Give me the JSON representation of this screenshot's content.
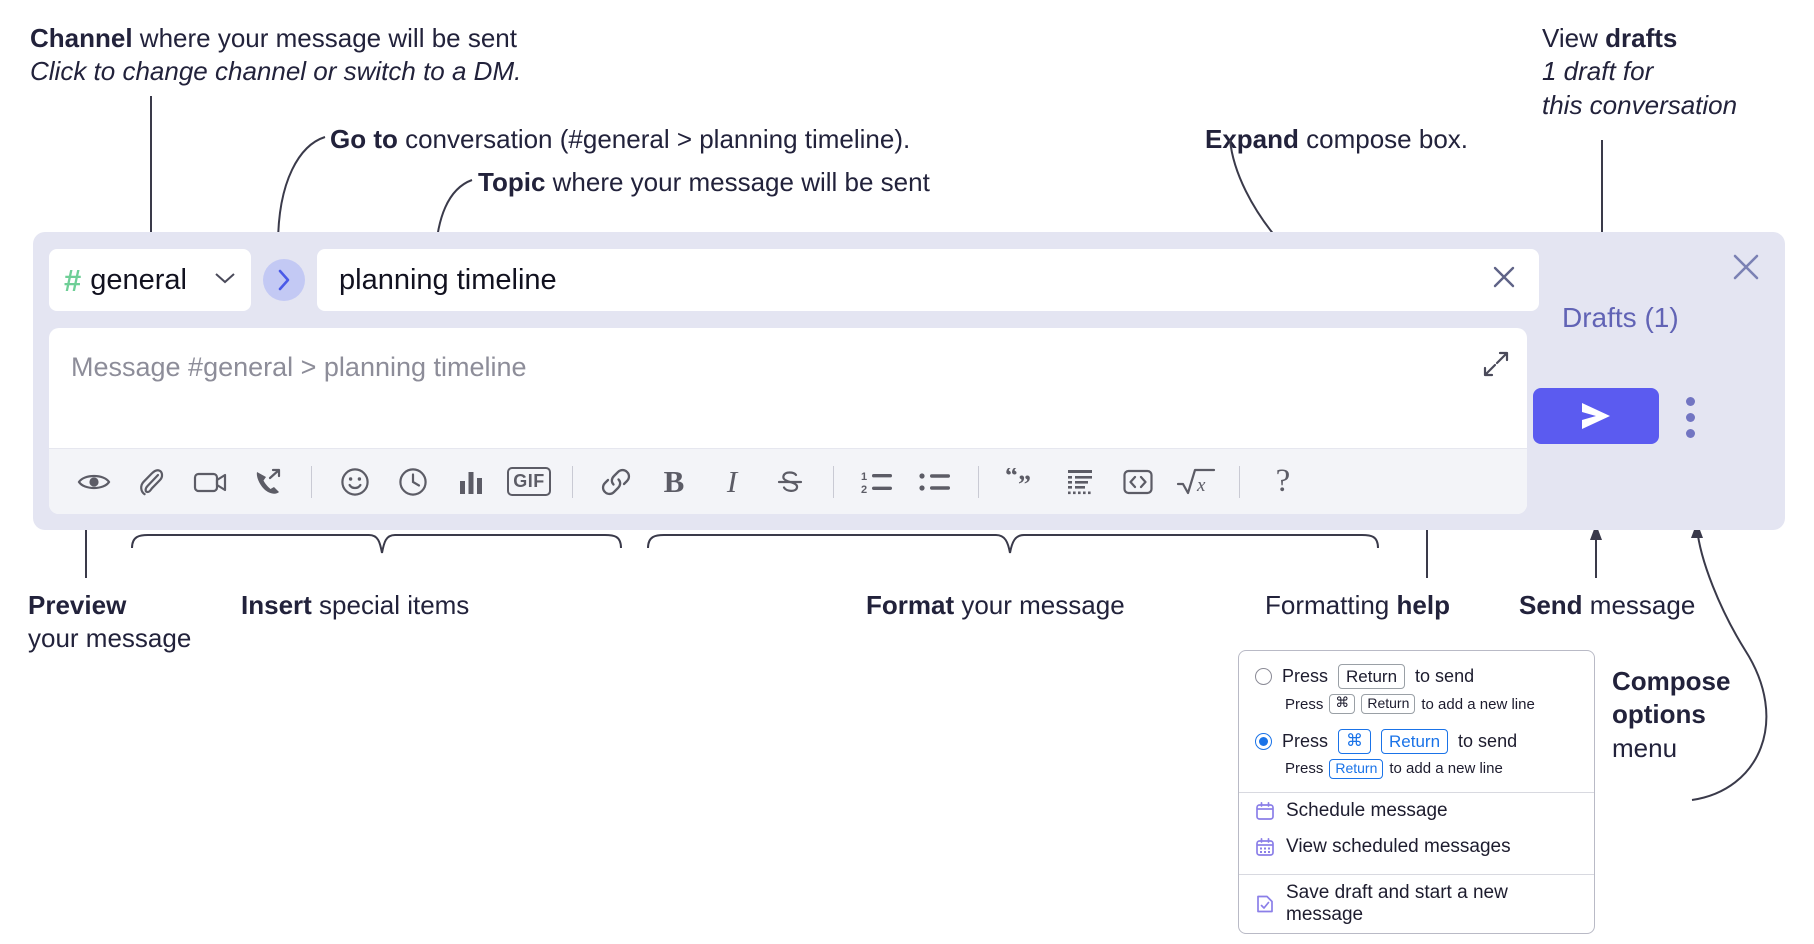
{
  "annotations": {
    "channel": {
      "bold": "Channel",
      "rest": " where your message will be sent",
      "italic": "Click to change channel or switch to a DM."
    },
    "goto": {
      "bold": "Go to",
      "rest": " conversation (#general > planning timeline)."
    },
    "topic": {
      "bold": "Topic",
      "rest": " where your message will be sent"
    },
    "expand": {
      "bold": "Expand",
      "rest": " compose box."
    },
    "drafts": {
      "pre": "View ",
      "bold": "drafts",
      "italic1": "1 draft for",
      "italic2": "this conversation"
    },
    "preview": {
      "bold": "Preview",
      "line2": "your message"
    },
    "insert": {
      "bold": "Insert",
      "rest": " special items"
    },
    "format": {
      "bold": "Format",
      "rest": " your message"
    },
    "help": {
      "pre": "Formatting ",
      "bold": "help"
    },
    "send": {
      "bold": "Send",
      "rest": " message"
    },
    "compose_options": {
      "bold1": "Compose",
      "bold2": "options",
      "rest": "menu"
    }
  },
  "compose": {
    "channel_name": "general",
    "hash_icon": "hash-icon",
    "chevron_icon": "chevron-down-icon",
    "goto_icon": "chevron-right-icon",
    "topic_value": "planning timeline",
    "topic_clear_icon": "close-icon",
    "message_placeholder": "Message #general > planning timeline",
    "expand_icon": "expand-icon",
    "panel_close_icon": "close-icon",
    "drafts_label": "Drafts (1)",
    "send_icon": "send-paper-plane-icon",
    "kebab_icon": "more-vertical-icon",
    "accent_purple": "#5b5bf0",
    "panel_bg": "#e4e5f2",
    "drafts_color": "#6163b5",
    "hash_color": "#6fcf97"
  },
  "toolbar": {
    "items": [
      {
        "name": "preview-icon",
        "label": "Preview"
      },
      {
        "name": "attachment-icon",
        "label": "Attach file"
      },
      {
        "name": "video-camera-icon",
        "label": "Video clip"
      },
      {
        "name": "audio-clip-icon",
        "label": "Audio clip"
      },
      {
        "name": "separator",
        "label": ""
      },
      {
        "name": "emoji-icon",
        "label": "Emoji"
      },
      {
        "name": "clock-icon",
        "label": "Reminder"
      },
      {
        "name": "poll-icon",
        "label": "Poll"
      },
      {
        "name": "gif-icon",
        "label": "GIF"
      },
      {
        "name": "separator",
        "label": ""
      },
      {
        "name": "link-icon",
        "label": "Link"
      },
      {
        "name": "bold-icon",
        "label": "B"
      },
      {
        "name": "italic-icon",
        "label": "I"
      },
      {
        "name": "strikethrough-icon",
        "label": "S"
      },
      {
        "name": "separator",
        "label": ""
      },
      {
        "name": "ordered-list-icon",
        "label": "Numbered list"
      },
      {
        "name": "bulleted-list-icon",
        "label": "Bulleted list"
      },
      {
        "name": "separator",
        "label": ""
      },
      {
        "name": "blockquote-icon",
        "label": "Blockquote"
      },
      {
        "name": "code-block-icon",
        "label": "Code block"
      },
      {
        "name": "inline-code-icon",
        "label": "Code"
      },
      {
        "name": "math-icon",
        "label": "Math"
      },
      {
        "name": "separator",
        "label": ""
      },
      {
        "name": "help-icon",
        "label": "?"
      }
    ]
  },
  "compose_menu": {
    "options": [
      {
        "selected": false,
        "main_pre": "Press",
        "main_keys": [
          "Return"
        ],
        "main_post": "to send",
        "sub_pre": "Press",
        "sub_keys": [
          "⌘",
          "Return"
        ],
        "sub_post": "to add a new line"
      },
      {
        "selected": true,
        "main_pre": "Press",
        "main_keys": [
          "⌘",
          "Return"
        ],
        "main_post": "to send",
        "sub_pre": "Press",
        "sub_keys": [
          "Return"
        ],
        "sub_post": "to add a new line"
      }
    ],
    "items": [
      {
        "icon": "calendar-icon",
        "label": "Schedule message"
      },
      {
        "icon": "calendar-grid-icon",
        "label": "View scheduled messages"
      },
      {
        "icon": "save-draft-icon",
        "label": "Save draft and start a new message"
      }
    ],
    "accent_blue": "#1a73e8",
    "icon_purple": "#8b7fe8"
  }
}
